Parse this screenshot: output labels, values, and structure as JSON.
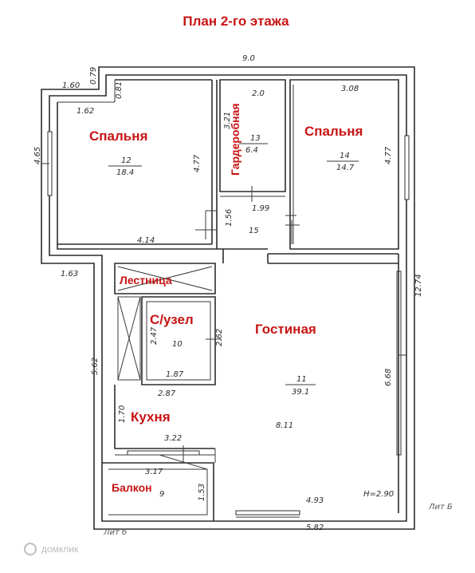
{
  "title": "План 2-го этажа",
  "rooms": {
    "bedroom_left": {
      "label": "Спальня",
      "num": "12",
      "area": "18.4"
    },
    "wardrobe": {
      "label": "Гардеробная",
      "num": "13",
      "area": "6.4"
    },
    "bedroom_right": {
      "label": "Спальня",
      "num": "14",
      "area": "14.7"
    },
    "corridor": {
      "num": "15"
    },
    "stairs": {
      "label": "Лестница"
    },
    "bathroom": {
      "label": "С/узел",
      "num": "10"
    },
    "living": {
      "label": "Гостиная",
      "num": "11",
      "area": "39.1"
    },
    "kitchen": {
      "label": "Кухня",
      "num": "8.11"
    },
    "balcony": {
      "label": "Балкон",
      "num": "9"
    }
  },
  "dimensions": {
    "top_total": "9.0",
    "top_a": "1.60",
    "top_b": "0.79",
    "top_c": "0.81",
    "left_inner_top": "1.62",
    "left_height": "4.65",
    "bed_left_height": "4.77",
    "bed_left_width": "4.14",
    "wardrobe_width": "2.0",
    "wardrobe_height": "3.21",
    "bed_right_width": "3.08",
    "bed_right_height": "4.77",
    "corridor_width": "1.99",
    "corridor_depth": "1.56",
    "left_step": "1.63",
    "right_height": "12.74",
    "living_height": "6.68",
    "left_lower_height": "5.62",
    "bath_height_left": "2.47",
    "bath_height_right": "2.62",
    "bath_width": "1.87",
    "kitchen_top_width": "2.87",
    "kitchen_height": "1.70",
    "kitchen_width": "3.22",
    "balcony_width": "3.17",
    "balcony_height": "1.53",
    "living_bottom": "4.93",
    "bottom_total": "5.82",
    "ceiling": "H=2.90"
  },
  "marks": {
    "lit_a": "Лит б",
    "lit_b": "Лит Б",
    "watermark": "домклик"
  }
}
